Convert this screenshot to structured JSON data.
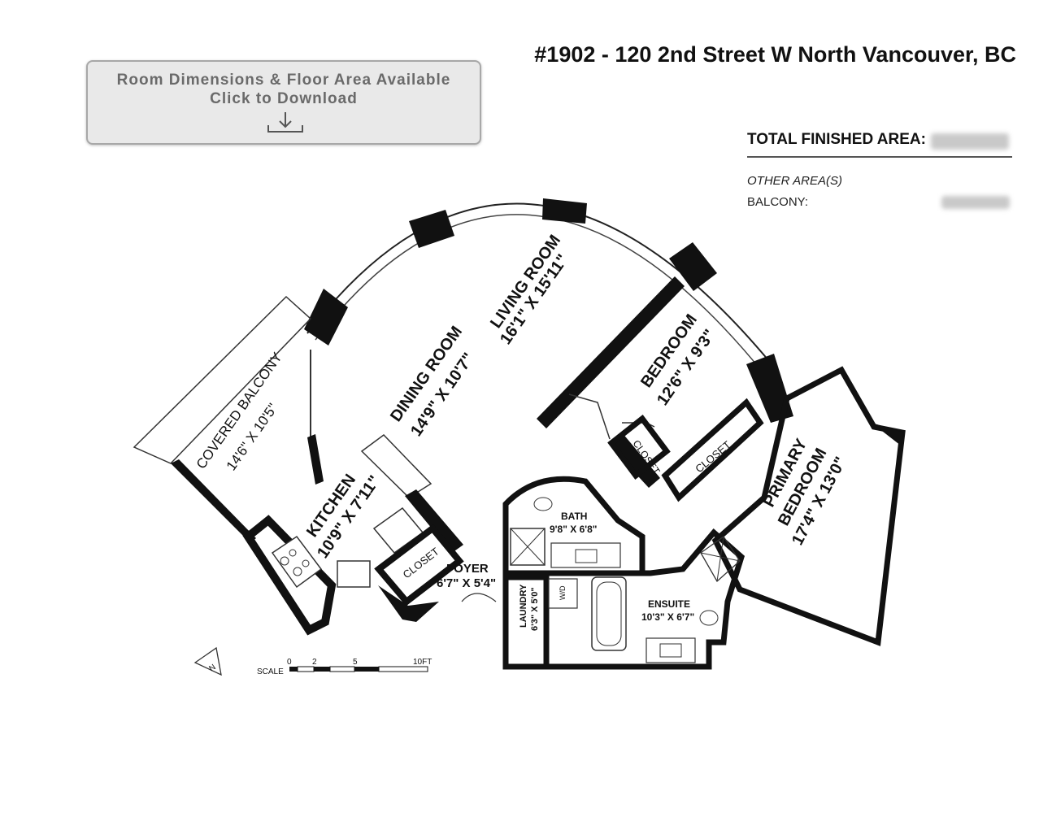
{
  "download": {
    "line1": "Room Dimensions & Floor Area Available",
    "line2": "Click to Download",
    "icon": "download-icon"
  },
  "address": "#1902 - 120 2nd Street W North Vancouver, BC",
  "area": {
    "total_label": "TOTAL FINISHED AREA:",
    "other_label": "OTHER AREA(S)",
    "balcony_label": "BALCONY:"
  },
  "rooms": {
    "living_name": "LIVING ROOM",
    "living_dim": "16'1\" X 15'11\"",
    "dining_name": "DINING ROOM",
    "dining_dim": "14'9\" X 10'7\"",
    "balcony_name": "COVERED BALCONY",
    "balcony_dim": "14'6\" X 10'5\"",
    "kitchen_name": "KITCHEN",
    "kitchen_dim": "10'9\" X 7'11\"",
    "bedroom_name": "BEDROOM",
    "bedroom_dim": "12'6\" X 9'3\"",
    "primary_name1": "PRIMARY",
    "primary_name2": "BEDROOM",
    "primary_dim": "17'4\" X 13'0\"",
    "bath_name": "BATH",
    "bath_dim": "9'8\" X 6'8\"",
    "ensuite_name": "ENSUITE",
    "ensuite_dim": "10'3\" X 6'7\"",
    "foyer_name": "FOYER",
    "foyer_dim": "6'7\" X 5'4\"",
    "laundry_name": "LAUNDRY",
    "laundry_dim": "6'3\" X 5'0\"",
    "wd": "W/D",
    "closet": "CLOSET"
  },
  "scale": {
    "label": "SCALE",
    "t0": "0",
    "t2": "2",
    "t5": "5",
    "t10": "10FT"
  },
  "north": "N"
}
